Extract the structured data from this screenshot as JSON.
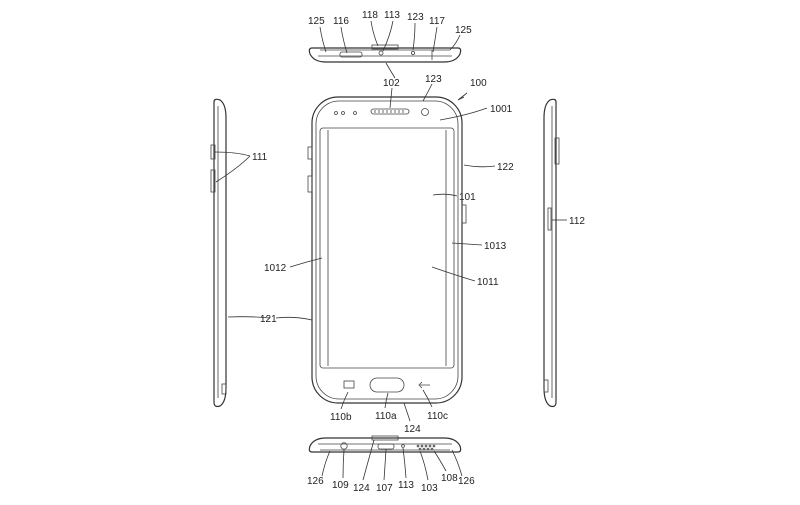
{
  "labels": {
    "top": [
      {
        "id": "l125a",
        "text": "125"
      },
      {
        "id": "l116",
        "text": "116"
      },
      {
        "id": "l118",
        "text": "118"
      },
      {
        "id": "l113a",
        "text": "113"
      },
      {
        "id": "l123a",
        "text": "123"
      },
      {
        "id": "l117",
        "text": "117"
      },
      {
        "id": "l125b",
        "text": "125"
      }
    ],
    "front": [
      {
        "id": "l102",
        "text": "102"
      },
      {
        "id": "l123b",
        "text": "123"
      },
      {
        "id": "l100",
        "text": "100"
      },
      {
        "id": "l1001",
        "text": "1001"
      },
      {
        "id": "l122",
        "text": "122"
      },
      {
        "id": "l101",
        "text": "101"
      },
      {
        "id": "l1013",
        "text": "1013"
      },
      {
        "id": "l1012",
        "text": "1012"
      },
      {
        "id": "l1011",
        "text": "1011"
      },
      {
        "id": "l110b",
        "text": "110b"
      },
      {
        "id": "l110a",
        "text": "110a"
      },
      {
        "id": "l110c",
        "text": "110c"
      },
      {
        "id": "l124a",
        "text": "124"
      }
    ],
    "sides": [
      {
        "id": "l111",
        "text": "111"
      },
      {
        "id": "l121",
        "text": "121"
      },
      {
        "id": "l112",
        "text": "112"
      }
    ],
    "bottom": [
      {
        "id": "l126a",
        "text": "126"
      },
      {
        "id": "l109",
        "text": "109"
      },
      {
        "id": "l124b",
        "text": "124"
      },
      {
        "id": "l107",
        "text": "107"
      },
      {
        "id": "l113b",
        "text": "113"
      },
      {
        "id": "l103",
        "text": "103"
      },
      {
        "id": "l108",
        "text": "108"
      },
      {
        "id": "l126b",
        "text": "126"
      }
    ]
  }
}
